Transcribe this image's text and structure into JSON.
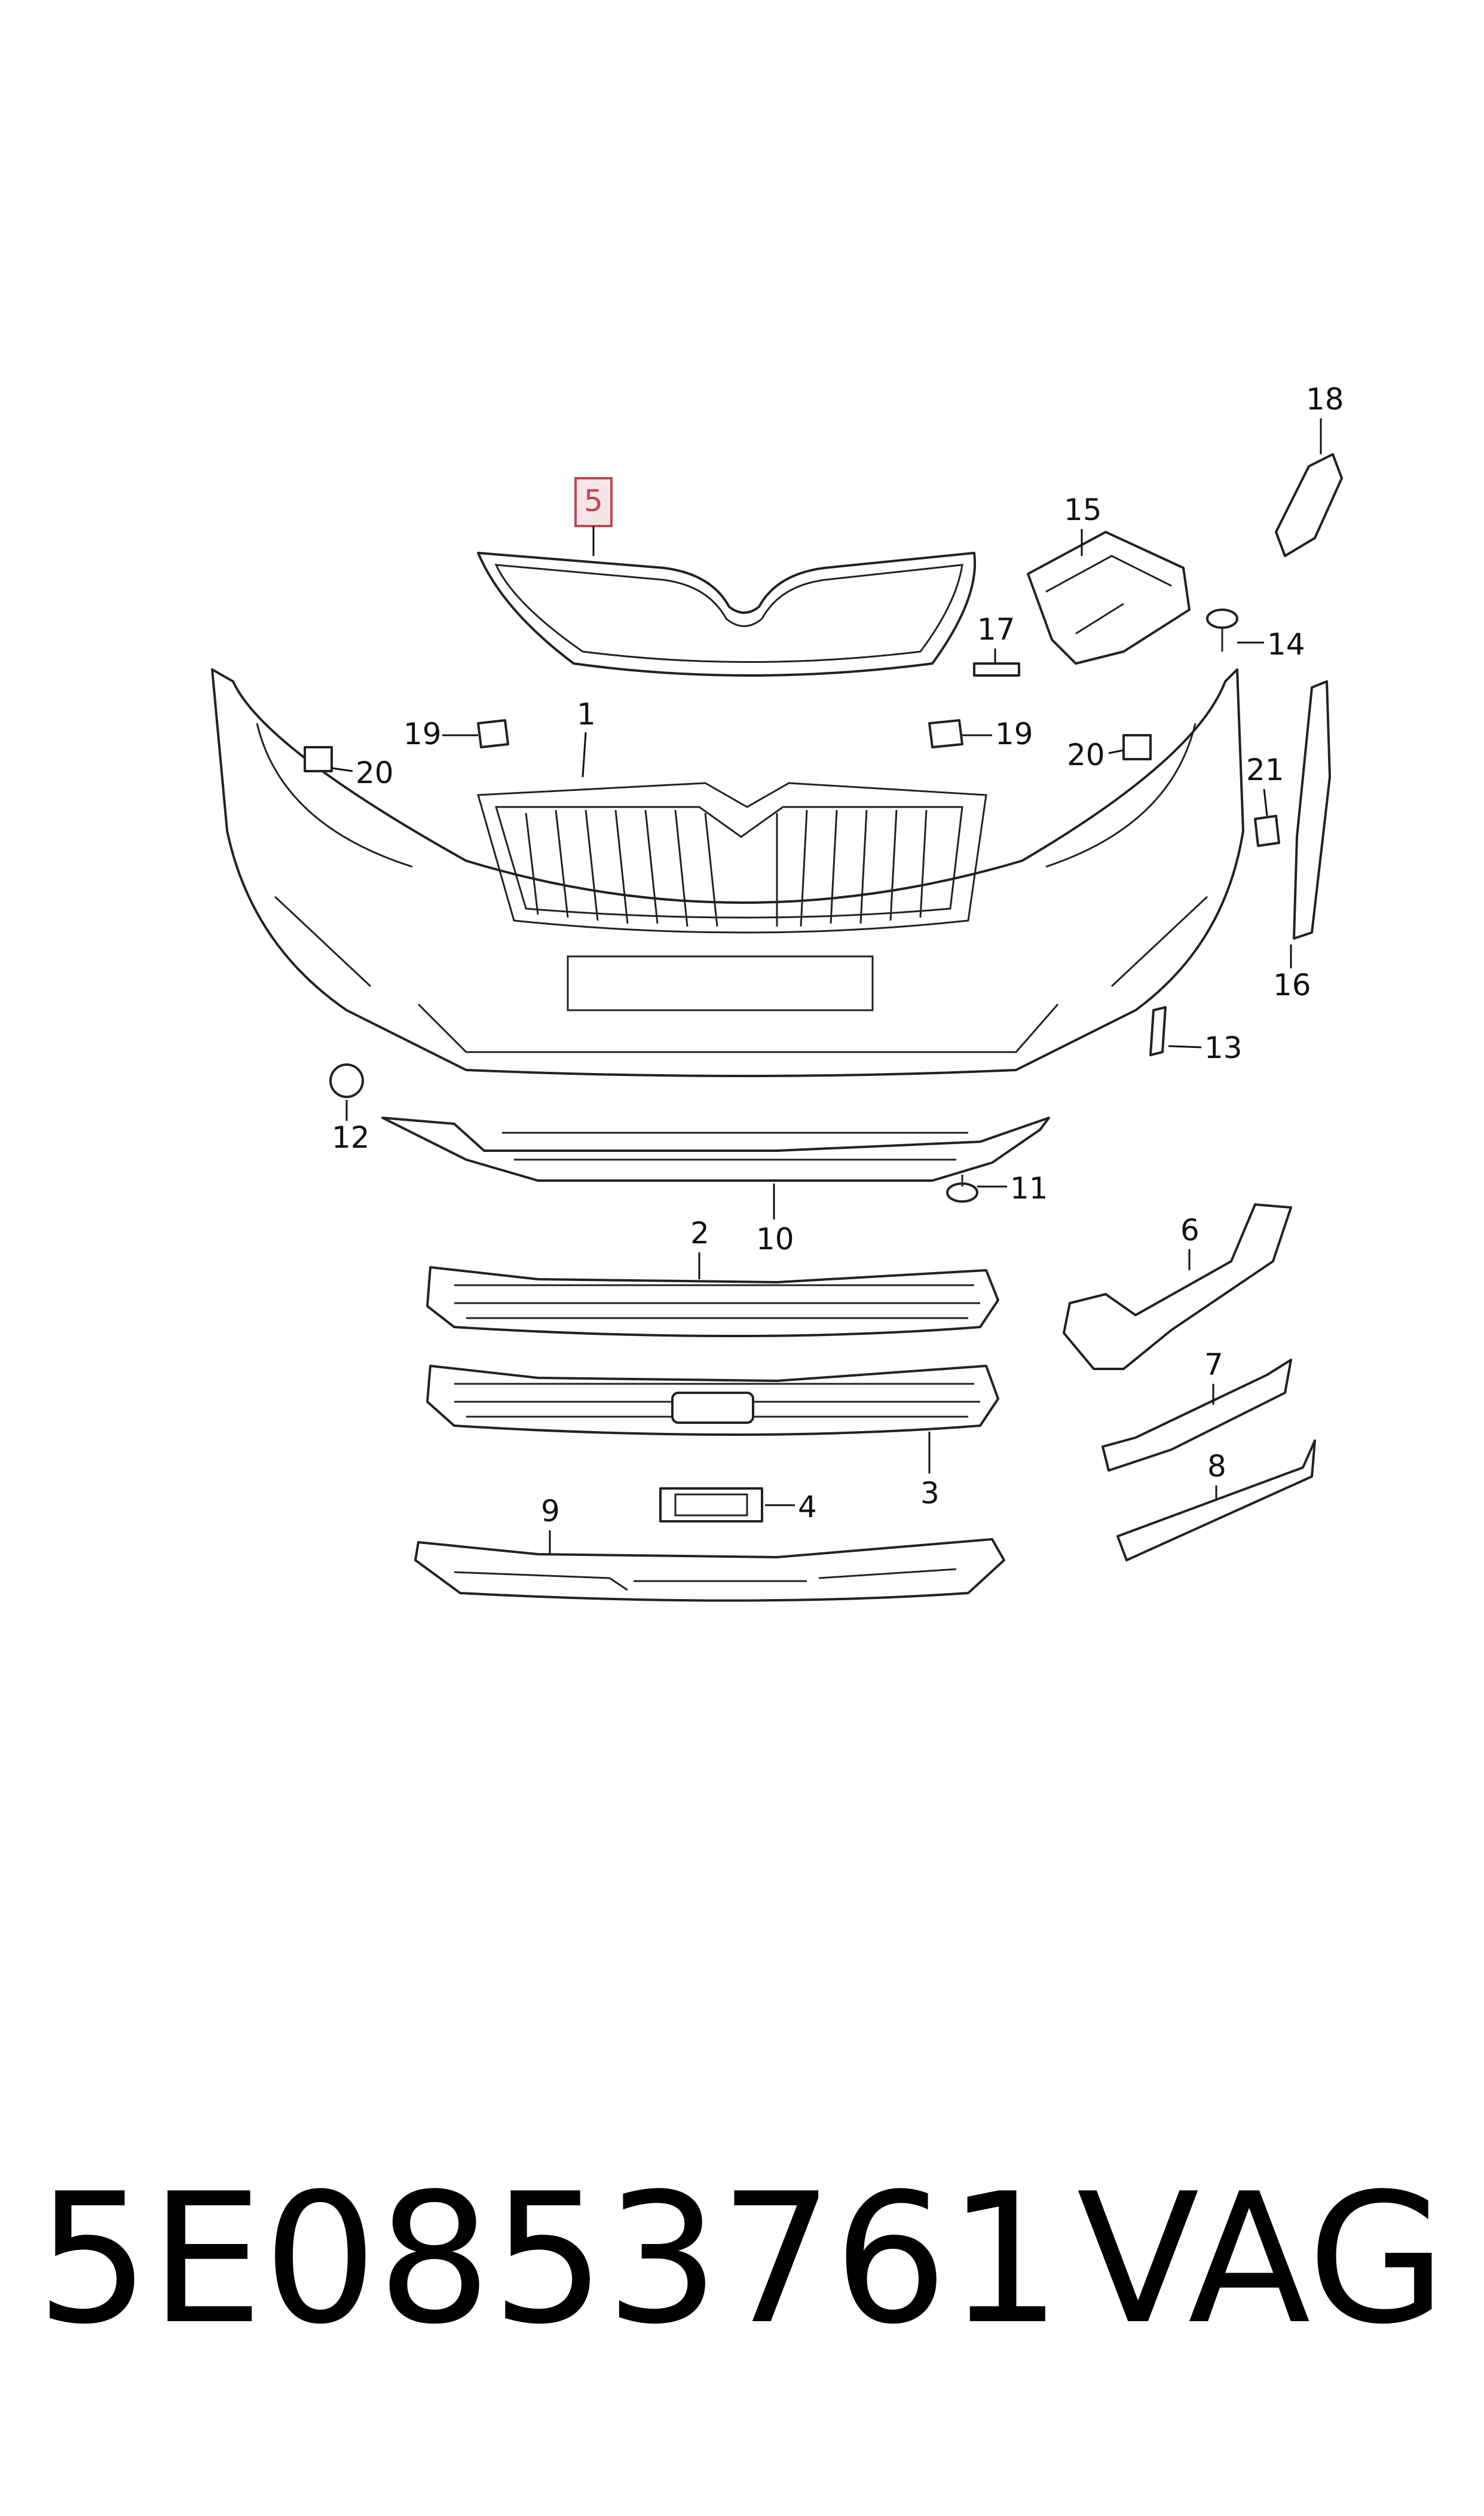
{
  "callouts": {
    "c1": "1",
    "c2": "2",
    "c3": "3",
    "c4": "4",
    "c5": "5",
    "c6": "6",
    "c7": "7",
    "c8": "8",
    "c9": "9",
    "c10": "10",
    "c11": "11",
    "c12": "12",
    "c13": "13",
    "c14": "14",
    "c15": "15",
    "c16": "16",
    "c17": "17",
    "c18": "18",
    "c19a": "19",
    "c19b": "19",
    "c20a": "20",
    "c20b": "20",
    "c21": "21"
  },
  "highlight_color": "#b94a55",
  "footer": {
    "part_number": "5E0853761",
    "brand": "VAG"
  }
}
